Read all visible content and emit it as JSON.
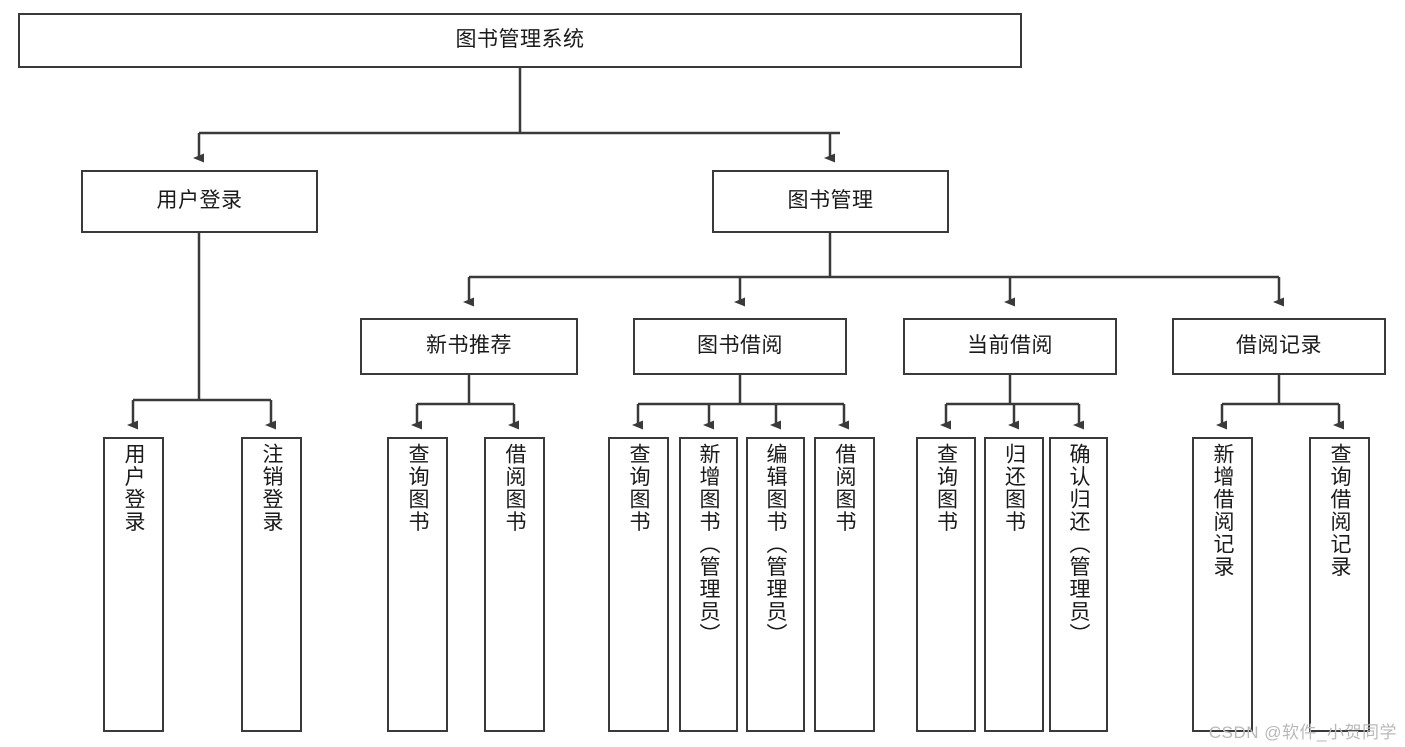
{
  "diagram": {
    "title": "图书管理系统",
    "type": "tree-hierarchy",
    "watermark": "CSDN @软件_小贺同学",
    "root": {
      "id": "root",
      "label": "图书管理系统"
    },
    "level1": [
      {
        "id": "user-login",
        "label": "用户登录"
      },
      {
        "id": "book-manage",
        "label": "图书管理"
      }
    ],
    "level2": [
      {
        "id": "new-book-rec",
        "label": "新书推荐",
        "parent": "book-manage"
      },
      {
        "id": "book-borrow",
        "label": "图书借阅",
        "parent": "book-manage"
      },
      {
        "id": "current-borrow",
        "label": "当前借阅",
        "parent": "book-manage"
      },
      {
        "id": "borrow-record",
        "label": "借阅记录",
        "parent": "book-manage"
      }
    ],
    "leaves": [
      {
        "id": "leaf-user-login",
        "label": "用户登录",
        "parent": "user-login"
      },
      {
        "id": "leaf-logout",
        "label": "注销登录",
        "parent": "user-login"
      },
      {
        "id": "leaf-query-book-1",
        "label": "查询图书",
        "parent": "new-book-rec"
      },
      {
        "id": "leaf-borrow-book-1",
        "label": "借阅图书",
        "parent": "new-book-rec"
      },
      {
        "id": "leaf-query-book-2",
        "label": "查询图书",
        "parent": "book-borrow"
      },
      {
        "id": "leaf-add-book",
        "label": "新增图书（管理员）",
        "parent": "book-borrow"
      },
      {
        "id": "leaf-edit-book",
        "label": "编辑图书（管理员）",
        "parent": "book-borrow"
      },
      {
        "id": "leaf-borrow-book-2",
        "label": "借阅图书",
        "parent": "book-borrow"
      },
      {
        "id": "leaf-query-book-3",
        "label": "查询图书",
        "parent": "current-borrow"
      },
      {
        "id": "leaf-return-book",
        "label": "归还图书",
        "parent": "current-borrow"
      },
      {
        "id": "leaf-confirm-return",
        "label": "确认归还（管理员）",
        "parent": "current-borrow"
      },
      {
        "id": "leaf-add-record",
        "label": "新增借阅记录",
        "parent": "borrow-record"
      },
      {
        "id": "leaf-query-record",
        "label": "查询借阅记录",
        "parent": "borrow-record"
      }
    ],
    "colors": {
      "stroke": "#3a3a3a",
      "fill": "#ffffff",
      "text": "#1a1a1a",
      "watermark": "#b9b9b9"
    }
  }
}
